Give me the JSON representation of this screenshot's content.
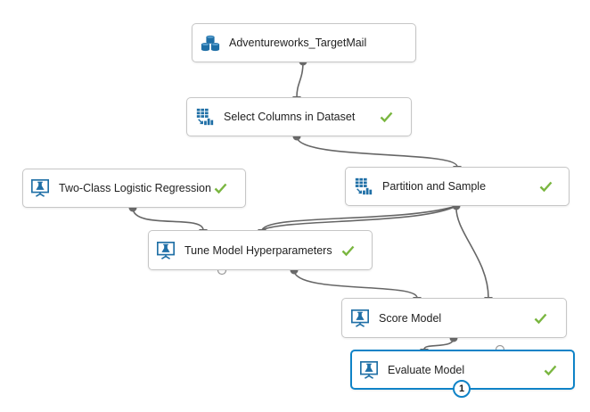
{
  "canvas": {
    "modules": [
      {
        "id": "dataset",
        "label": "Adventureworks_TargetMail",
        "icon": "dataset-icon",
        "status": "none"
      },
      {
        "id": "select_columns",
        "label": "Select Columns in Dataset",
        "icon": "data-transform-icon",
        "status": "completed"
      },
      {
        "id": "logistic_regression",
        "label": "Two-Class Logistic Regression",
        "icon": "ml-model-icon",
        "status": "completed"
      },
      {
        "id": "partition_sample",
        "label": "Partition and Sample",
        "icon": "data-transform-icon",
        "status": "completed"
      },
      {
        "id": "tune_model",
        "label": "Tune Model Hyperparameters",
        "icon": "ml-model-icon",
        "status": "completed"
      },
      {
        "id": "score_model",
        "label": "Score Model",
        "icon": "ml-model-icon",
        "status": "completed"
      },
      {
        "id": "evaluate_model",
        "label": "Evaluate Model",
        "icon": "ml-model-icon",
        "status": "completed",
        "selected": true,
        "badge": "1"
      }
    ]
  },
  "colors": {
    "check": "#7ab640",
    "selected_border": "#0f83c7",
    "icon_blue": "#1f6fa6",
    "wire": "#666666",
    "port": "#6b6b6b"
  }
}
